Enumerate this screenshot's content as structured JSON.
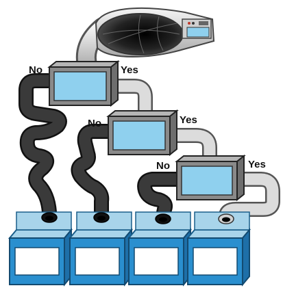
{
  "labels": {
    "n1_no": "No",
    "n1_yes": "Yes",
    "n2_no": "No",
    "n2_yes": "Yes",
    "n3_no": "No",
    "n3_yes": "Yes"
  },
  "icons": {
    "source": "funnel-scanner-icon",
    "node": "monitor-box-icon",
    "bin": "sorting-bin-icon"
  },
  "colors": {
    "no_tube": "#3a3a3a",
    "yes_tube": "#d8d8d8",
    "screen": "#8fd0ee",
    "box_frame": "#8a8a8a",
    "bin_front": "#2a8fcf",
    "bin_inner": "#a8d4ea",
    "label_panel": "#ffffff"
  }
}
